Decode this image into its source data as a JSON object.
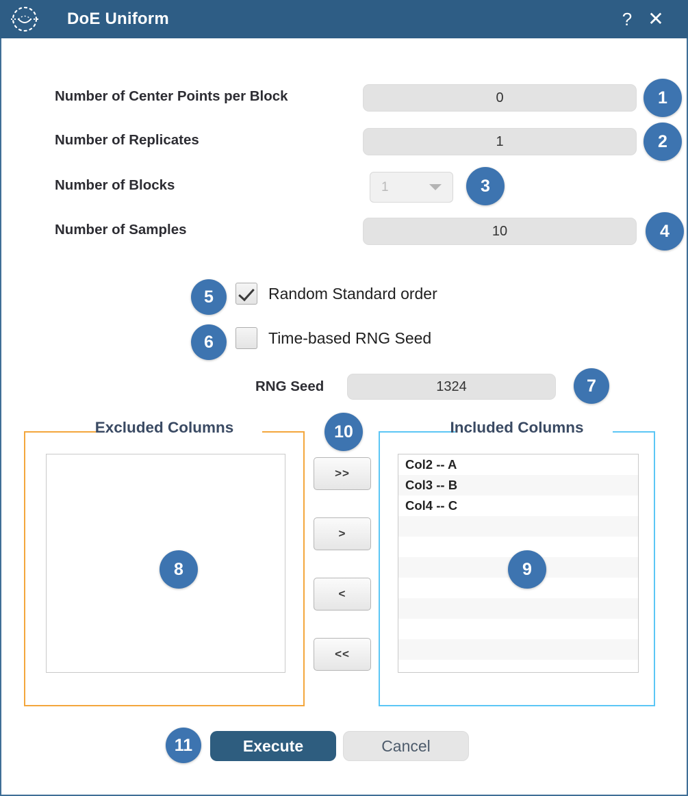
{
  "window": {
    "title": "DoE Uniform",
    "logo_icon": "target-crosshair-dashed-circle-icon",
    "help_label": "?",
    "close_label": "✕"
  },
  "form": {
    "fields": [
      {
        "label": "Number of Center Points per Block",
        "value": "0",
        "type": "text",
        "badge": "1"
      },
      {
        "label": "Number of Replicates",
        "value": "1",
        "type": "text",
        "badge": "2"
      },
      {
        "label": "Number of Blocks",
        "value": "1",
        "type": "combo",
        "disabled": true,
        "badge": "3"
      },
      {
        "label": "Number of Samples",
        "value": "10",
        "type": "text",
        "badge": "4"
      }
    ],
    "checkboxes": [
      {
        "label": "Random Standard order",
        "checked": true,
        "badge": "5"
      },
      {
        "label": "Time-based RNG Seed",
        "checked": false,
        "badge": "6"
      }
    ],
    "rng_seed": {
      "label": "RNG Seed",
      "value": "1324",
      "badge": "7"
    }
  },
  "excluded": {
    "legend": "Excluded Columns",
    "badge": "8",
    "items": [],
    "accent": "#f3a63c"
  },
  "included": {
    "legend": "Included Columns",
    "badge": "9",
    "items": [
      "Col2 -- A",
      "Col3 -- B",
      "Col4 -- C"
    ],
    "accent": "#5bc6f5"
  },
  "transfer": {
    "badge": "10",
    "buttons": [
      {
        "label": ">>",
        "name": "move-all-right-button"
      },
      {
        "label": ">",
        "name": "move-right-button"
      },
      {
        "label": "<",
        "name": "move-left-button"
      },
      {
        "label": "<<",
        "name": "move-all-left-button"
      }
    ]
  },
  "actions": {
    "badge": "11",
    "execute_label": "Execute",
    "cancel_label": "Cancel"
  },
  "colors": {
    "titlebar": "#2e5d85",
    "badge": "#3d74b0",
    "primary_button": "#2e5d7f",
    "excluded_accent": "#f3a63c",
    "included_accent": "#5bc6f5"
  }
}
